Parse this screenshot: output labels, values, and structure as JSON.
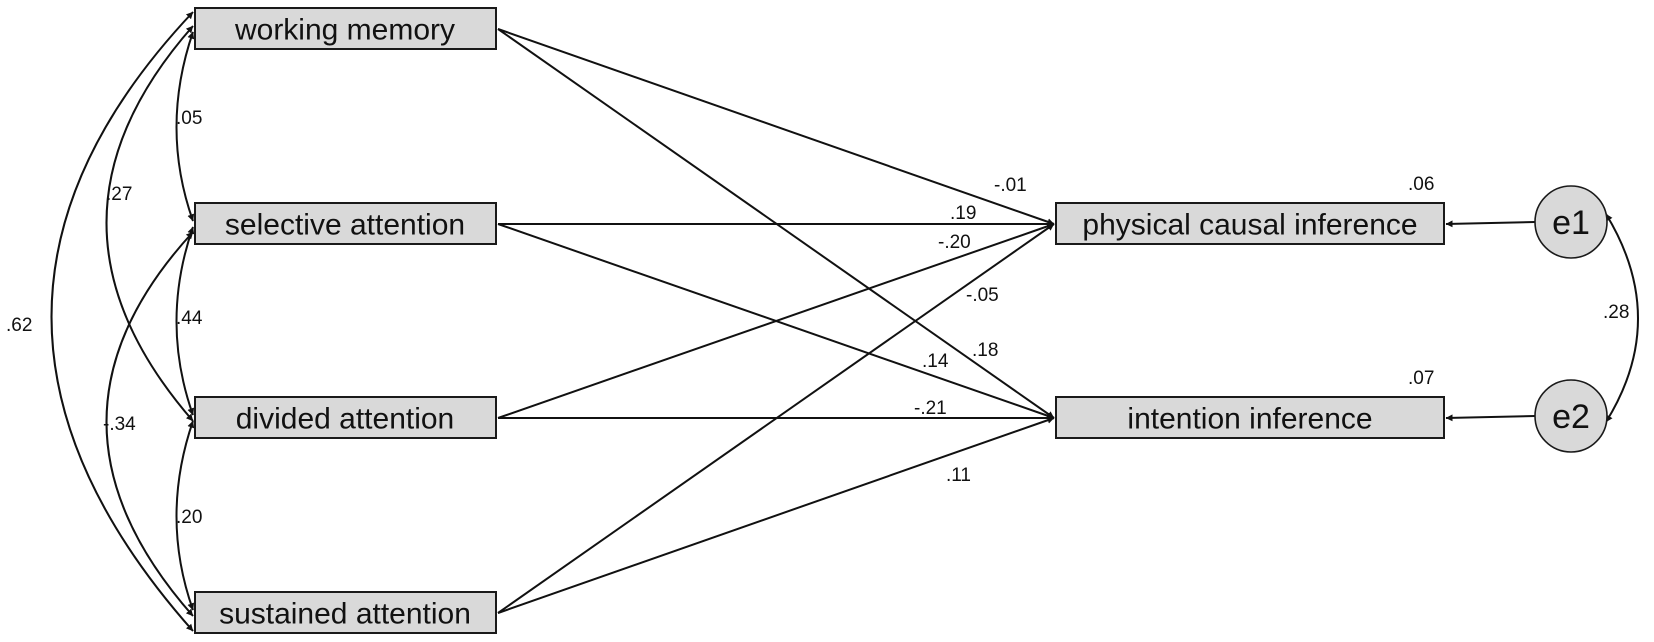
{
  "observed": {
    "working_memory": "working memory",
    "selective_attention": "selective attention",
    "divided_attention": "divided attention",
    "sustained_attention": "sustained attention",
    "physical_causal_inference": "physical causal inference",
    "intention_inference": "intention inference"
  },
  "errors": {
    "e1": "e1",
    "e2": "e2"
  },
  "r_squared": {
    "physical_causal_inference": ".06",
    "intention_inference": ".07"
  },
  "covariances": {
    "wm_sel": ".05",
    "wm_div": ".27",
    "wm_sus": ".62",
    "sel_div": ".44",
    "sel_sus": "-.34",
    "div_sus": ".20",
    "e1_e2": ".28"
  },
  "paths": {
    "wm_phys": "-.01",
    "sel_phys": ".19",
    "div_phys": "-.20",
    "sus_phys": "-.05",
    "wm_int": ".18",
    "sel_int": ".14",
    "div_int": "-.21",
    "sus_int": ".11"
  }
}
